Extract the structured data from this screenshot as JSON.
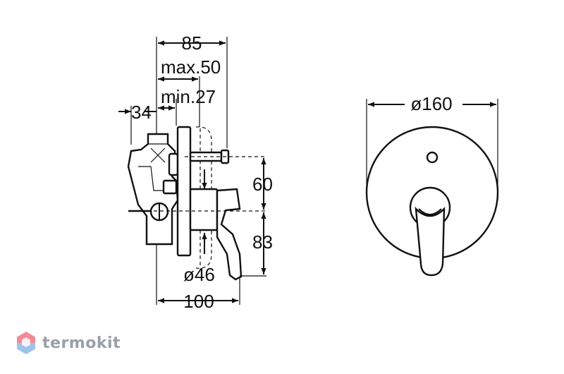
{
  "dimensions": {
    "d85": "85",
    "max50": "max.50",
    "min27": "min.27",
    "d34": "34",
    "d60": "60",
    "d83": "83",
    "dia46": "ø46",
    "d100": "100",
    "dia160": "ø160"
  },
  "watermark": {
    "text": "termokit",
    "icon": "hexagon-logo-icon"
  },
  "colors": {
    "line": "#111111",
    "watermark_text": "#9aa0a8",
    "logo_top": "#f28a96",
    "logo_bottom": "#9ec3ea"
  }
}
